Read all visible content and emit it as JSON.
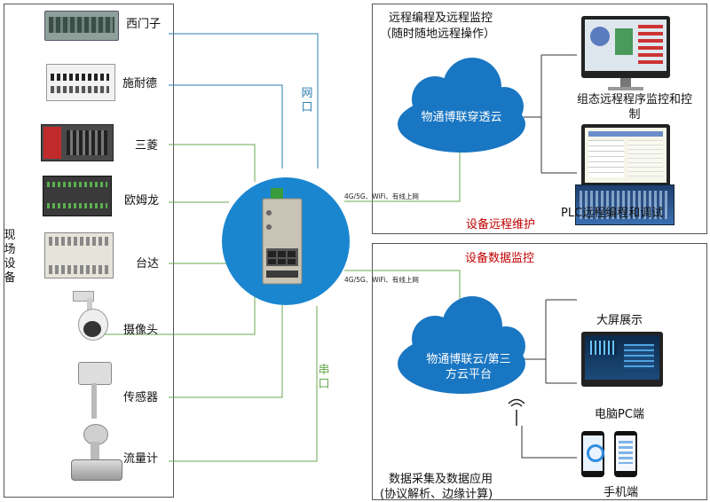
{
  "left_panel": {
    "vertical_title": [
      "现",
      "场",
      "设",
      "备"
    ],
    "devices": [
      {
        "label": "西门子",
        "icon": "plc-siemens"
      },
      {
        "label": "施耐德",
        "icon": "plc-schneider"
      },
      {
        "label": "三菱",
        "icon": "plc-mitsubishi"
      },
      {
        "label": "欧姆龙",
        "icon": "plc-omron"
      },
      {
        "label": "台达",
        "icon": "plc-delta"
      },
      {
        "label": "摄像头",
        "icon": "camera-dome"
      },
      {
        "label": "传感器",
        "icon": "sensor"
      },
      {
        "label": "流量计",
        "icon": "flowmeter"
      }
    ]
  },
  "links": {
    "network_label": [
      "网",
      "口"
    ],
    "serial_label": [
      "串",
      "口"
    ],
    "upper_link_text": "4G/5G、WiFi、有线上网",
    "lower_link_text": "4G/5G、WiFi、有线上网"
  },
  "top_panel": {
    "title": "远程编程及远程监控",
    "subtitle": "（随时随地远程操作）",
    "cloud_label": "物通博联穿透云",
    "right_top_label": "组态远程程序监控和控制",
    "right_bottom_label": "PLC远程编程和调试",
    "footer_label": "设备远程维护"
  },
  "bottom_panel": {
    "header_label": "设备数据监控",
    "cloud_label_line1": "物通博联云/第三",
    "cloud_label_line2": "方云平台",
    "big_screen_label": "大屏展示",
    "pc_label": "电脑PC端",
    "mobile_label": "手机端",
    "footer_title": "数据采集及数据应用",
    "footer_subtitle": "(协议解析、边缘计算)"
  },
  "colors": {
    "network_line": "#2e7fb0",
    "serial_line": "#6aa84f",
    "cloud": "#1976c2",
    "gateway_circle": "#1a86d0",
    "accent_red": "#c00000"
  }
}
